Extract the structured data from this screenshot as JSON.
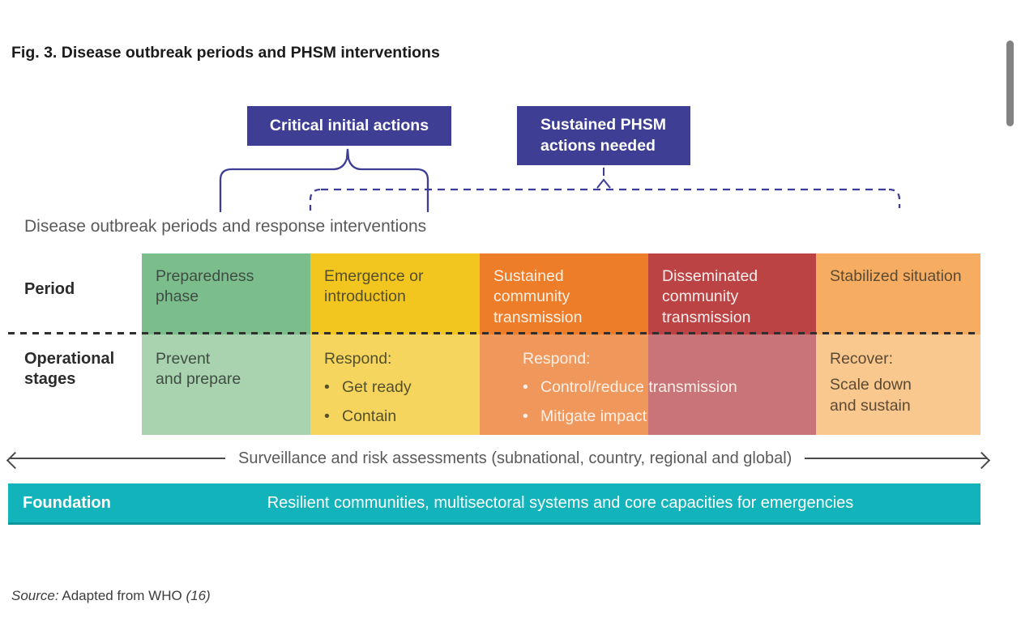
{
  "figure": {
    "title": "Fig. 3. Disease outbreak periods and PHSM interventions",
    "source": {
      "prefix": "Source:",
      "text": "Adapted from WHO",
      "ref": "(16)"
    }
  },
  "glyphs": {
    "bullet": "•"
  },
  "colors": {
    "accent_indigo": "#3d3e94",
    "foundation_teal": "#12b3ba",
    "scrollbar_gray": "#828282"
  },
  "callouts": {
    "critical": "Critical initial actions",
    "sustained": "Sustained PHSM actions needed"
  },
  "diagram": {
    "subtitle": "Disease outbreak periods and response interventions",
    "row_labels": {
      "period": "Period",
      "operational": "Operational stages"
    },
    "periods": [
      {
        "label": "Preparedness phase",
        "bg": "#7cbd8c",
        "fg": "#3f4d44"
      },
      {
        "label": "Emergence or introduction",
        "bg": "#f3c51f",
        "fg": "#55502c"
      },
      {
        "label": "Sustained community transmission",
        "bg": "#ee7d2a",
        "fg": "#fdf0e4"
      },
      {
        "label": "Disseminated community transmission",
        "bg": "#bc4343",
        "fg": "#fbeeee"
      },
      {
        "label": "Stabilized situation",
        "bg": "#f6ad61",
        "fg": "#5c4a33"
      }
    ],
    "stages": [
      {
        "line1": "Prevent",
        "line2": "and prepare",
        "bg": "#a9d3af",
        "fg": "#3f4d44"
      },
      {
        "intro": "Respond:",
        "bullets": [
          "Get ready",
          "Contain"
        ],
        "bg": "#f6d55e",
        "fg": "#55502c"
      },
      {
        "intro": "Respond:",
        "bullets": [
          "Control/reduce transmission",
          "Mitigate impact"
        ],
        "bg_left": "#f0985c",
        "bg_right": "#c87478",
        "fg": "#fdf0e8"
      },
      {
        "intro": "Recover:",
        "line1": "Scale down",
        "line2": "and sustain",
        "bg": "#f9c88e",
        "fg": "#5c4a33"
      }
    ],
    "surveillance": "Surveillance and risk assessments (subnational, country, regional and global)",
    "foundation": {
      "label": "Foundation",
      "text": "Resilient communities, multisectoral systems and core capacities for emergencies",
      "bg": "#12b3ba"
    }
  }
}
